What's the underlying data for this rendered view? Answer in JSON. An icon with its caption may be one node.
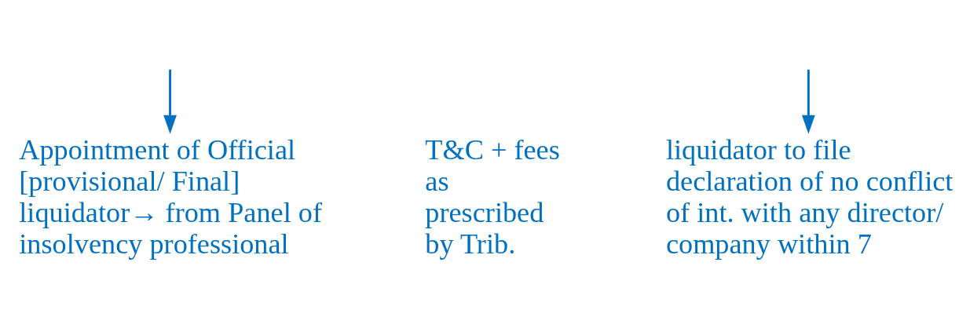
{
  "diagram": {
    "nodes": [
      {
        "text": [
          "Appointment of Official [provisional/ Final] liquidator→ from Panel of insolvency professional"
        ]
      },
      {
        "text": [
          "liquidator to file declaration of no conflict of int. with any director/ company within 7"
        ]
      }
    ],
    "edges": [
      {
        "from": null,
        "to": 0,
        "arrow": "to"
      },
      {
        "from": null,
        "to": 1,
        "arrow": "to"
      }
    ],
    "labels": [
      "T&C + fees as prescribed by Trib."
    ]
  }
}
